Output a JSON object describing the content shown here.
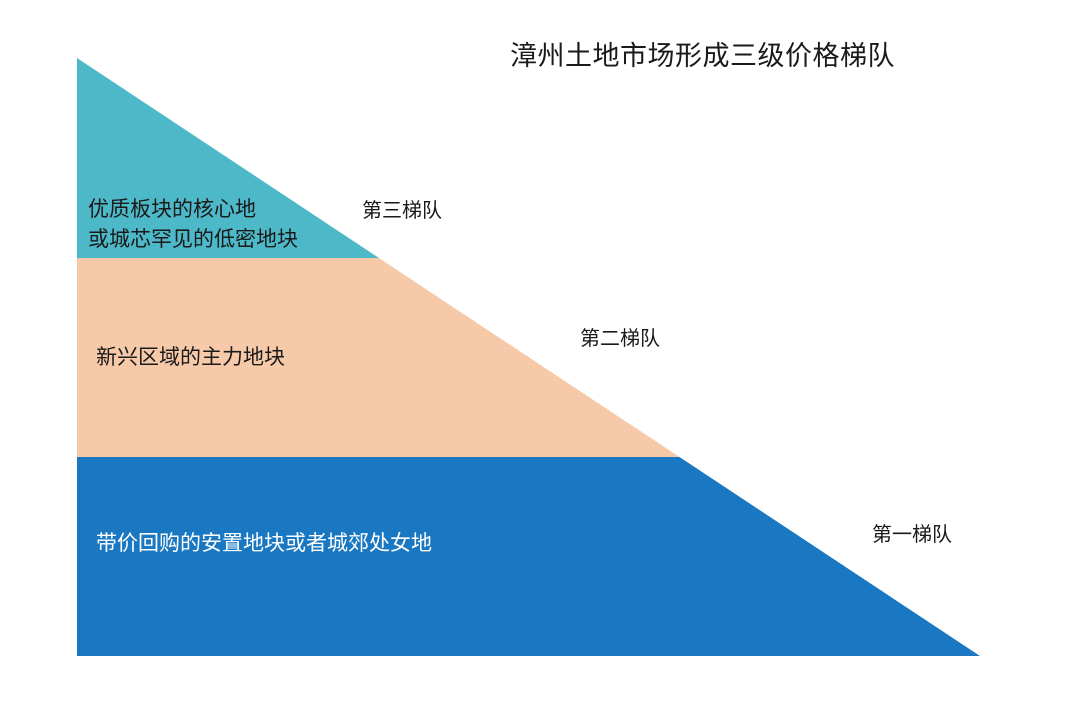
{
  "title": "漳州土地市场形成三级价格梯队",
  "tiers": [
    {
      "name": "第三梯队",
      "description_lines": [
        "优质板块的核心地",
        "或城芯罕见的低密地块"
      ],
      "color": "#4db8c8",
      "text_color": "#1a1a1a"
    },
    {
      "name": "第二梯队",
      "description_lines": [
        "新兴区域的主力地块"
      ],
      "color": "#f6caa8",
      "text_color": "#1a1a1a"
    },
    {
      "name": "第一梯队",
      "description_lines": [
        "带价回购的安置地块或者城郊处女地"
      ],
      "color": "#1a78c2",
      "text_color": "#ffffff"
    }
  ]
}
